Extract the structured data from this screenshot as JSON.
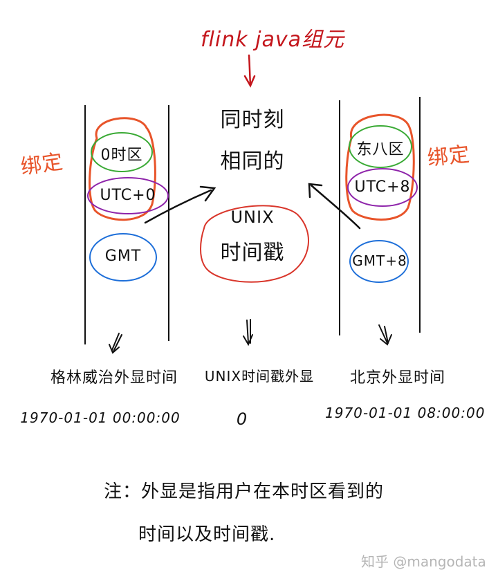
{
  "diagram": {
    "top_note": "flink java组元",
    "center": {
      "line1": "同时刻",
      "line2": "相同的",
      "timestamp_circle_line1": "UNIX",
      "timestamp_circle_line2": "时间戳"
    },
    "left_column": {
      "side_label": "绑定",
      "items": [
        {
          "label": "0时区",
          "outline_color": "#3aaa35"
        },
        {
          "label": "UTC+0",
          "outline_color": "#8e24aa"
        },
        {
          "label": "GMT",
          "outline_color": "#1e6fd9"
        }
      ],
      "binding_outline_color": "#e8542a"
    },
    "right_column": {
      "side_label": "绑定",
      "items": [
        {
          "label": "东八区",
          "outline_color": "#3aaa35"
        },
        {
          "label": "UTC+8",
          "outline_color": "#8e24aa"
        },
        {
          "label": "GMT+8",
          "outline_color": "#1e6fd9"
        }
      ],
      "binding_outline_color": "#e8542a"
    },
    "bottom": {
      "left": {
        "label": "格林威治外显时间",
        "value": "1970-01-01   00:00:00"
      },
      "center": {
        "label": "UNIX时间戳外显",
        "value": "0"
      },
      "right": {
        "label": "北京外显时间",
        "value": "1970-01-01  08:00:00"
      }
    },
    "footnote": {
      "line1": "注：外显是指用户在本时区看到的",
      "line2": "时间以及时间戳."
    },
    "watermark": "知乎 @mangodata",
    "colors": {
      "ink": "#111111",
      "red": "#c4161c",
      "orange": "#e8542a",
      "green": "#3aaa35",
      "purple": "#8e24aa",
      "blue": "#1e6fd9",
      "center_circle": "#d9362b"
    }
  }
}
